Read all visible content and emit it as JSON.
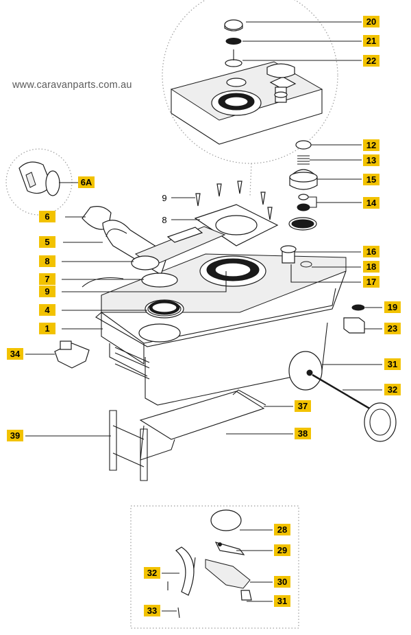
{
  "website": "www.caravanparts.com.au",
  "colors": {
    "callout_bg": "#f2c200",
    "line": "#1a1a1a",
    "detail_border": "#9a9a9a"
  },
  "callouts": {
    "c20": "20",
    "c21": "21",
    "c22": "22",
    "c6a": "6A",
    "c12": "12",
    "c13": "13",
    "c15": "15",
    "c14": "14",
    "c9a": "9",
    "c8a": "8",
    "c6": "6",
    "c5": "5",
    "c8": "8",
    "c7": "7",
    "c9": "9",
    "c4": "4",
    "c1": "1",
    "c16": "16",
    "c18": "18",
    "c17": "17",
    "c19": "19",
    "c23": "23",
    "c34": "34",
    "c31": "31",
    "c32": "32",
    "c37": "37",
    "c38": "38",
    "c39": "39",
    "c28": "28",
    "c29": "29",
    "c32b": "32",
    "c30": "30",
    "c31b": "31",
    "c33": "33"
  }
}
